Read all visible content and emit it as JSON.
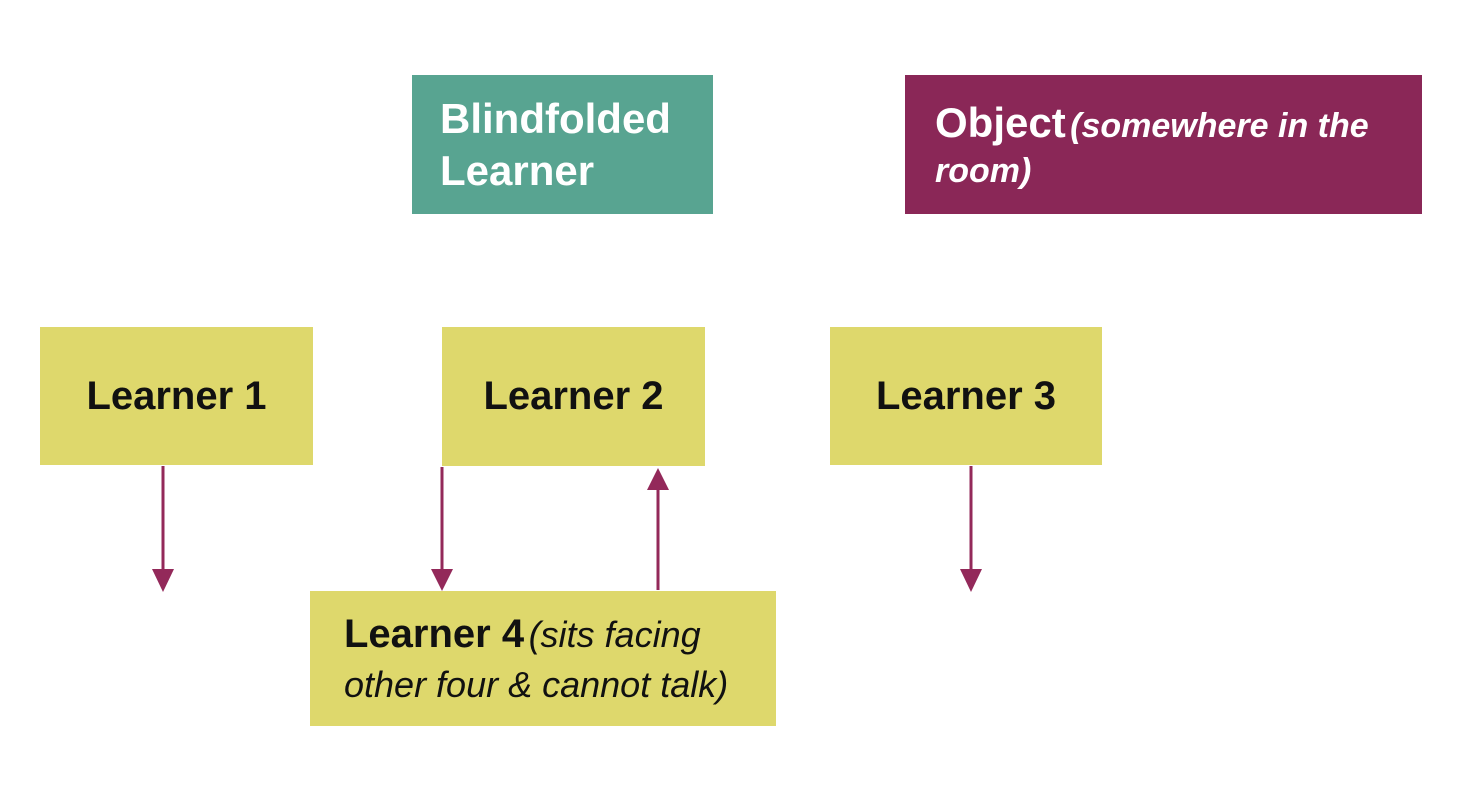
{
  "colors": {
    "paper": "#ffffff",
    "teal": "#58a491",
    "maroon": "#8a2757",
    "yellow": "#ded86c",
    "arrow": "#93295a",
    "ink": "#111111",
    "text_light": "#ffffff"
  },
  "boxes": {
    "blindfolded": {
      "label": "Blindfolded Learner"
    },
    "object": {
      "label": "Object",
      "note": "(somewhere in the room)"
    },
    "learner1": {
      "label": "Learner 1"
    },
    "learner2": {
      "label": "Learner 2"
    },
    "learner3": {
      "label": "Learner 3"
    },
    "learner4": {
      "label": "Learner 4",
      "note": "(sits facing other four & cannot talk)"
    }
  },
  "arrows": [
    {
      "name": "arrow-from-learner1",
      "direction": "down"
    },
    {
      "name": "arrow-learner2-to-learner4",
      "direction": "down"
    },
    {
      "name": "arrow-learner4-to-learner2",
      "direction": "up"
    },
    {
      "name": "arrow-from-learner3",
      "direction": "down"
    }
  ]
}
